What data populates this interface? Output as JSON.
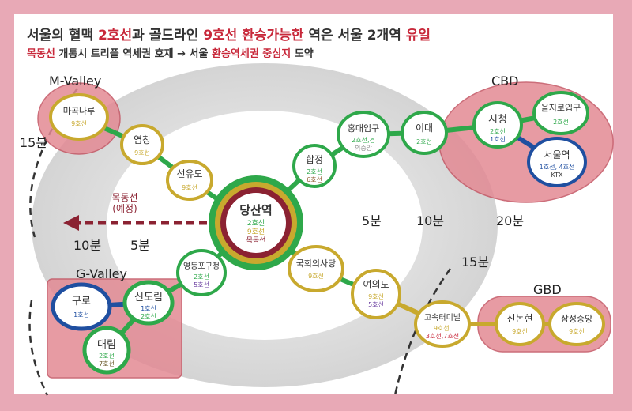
{
  "headline": {
    "p1": "서울의 혈맥 ",
    "h1": "2호선",
    "p2": "과 골드라인 ",
    "h2": "9호선 환승가능한",
    "p3": " 역은 서울 2개역 ",
    "h3": "유일"
  },
  "subline": {
    "h1": "목동선",
    "p1": " 개통시 트리플 역세권 호재 ",
    "arrow": "→",
    "p2": " 서울 ",
    "h2": "환승역세권 중심지",
    "p3": " 도약"
  },
  "zones": {
    "m_valley": "M-Valley",
    "g_valley": "G-Valley",
    "cbd": "CBD",
    "gbd": "GBD"
  },
  "rings": {
    "r5_left": "5분",
    "r5_right": "5분",
    "r10_left": "10분",
    "r10_right": "10분",
    "r15_left": "15분",
    "r15_right": "15분",
    "r20": "20분"
  },
  "planned": {
    "line1": "목동선",
    "line2": "(예정)"
  },
  "stations": {
    "mapo": {
      "name": "마곡나루",
      "lines": [
        "9호선"
      ]
    },
    "yeomchang": {
      "name": "염창",
      "lines": [
        "9호선"
      ]
    },
    "seonyudo": {
      "name": "선유도",
      "lines": [
        "9호선"
      ]
    },
    "dangsan": {
      "name": "당산역",
      "lines": [
        "2호선",
        "9호선",
        "목동선"
      ]
    },
    "hapjeong": {
      "name": "합정",
      "lines": [
        "2호선",
        "6호선"
      ]
    },
    "hongdae": {
      "name": "홍대입구",
      "lines": [
        "2호선,경",
        "의중앙"
      ]
    },
    "idae": {
      "name": "이대",
      "lines": [
        "2호선"
      ]
    },
    "sicheong": {
      "name": "시청",
      "lines": [
        "2호선",
        "1호선"
      ]
    },
    "euljiro": {
      "name": "을지로입구",
      "lines": [
        "2호선"
      ]
    },
    "seoul": {
      "name": "서울역",
      "lines": [
        "1호선, 4호선",
        "KTX"
      ]
    },
    "gukhoe": {
      "name": "국회의사당",
      "lines": [
        "9호선"
      ]
    },
    "yeouido": {
      "name": "여의도",
      "lines": [
        "9호선",
        "5호선"
      ]
    },
    "yeongdeungpo": {
      "name": "영등포구청",
      "lines": [
        "2호선",
        "5호선"
      ]
    },
    "sindorim": {
      "name": "신도림",
      "lines": [
        "1호선",
        "2호선"
      ]
    },
    "guro": {
      "name": "구로",
      "lines": [
        "1호선"
      ]
    },
    "daerim": {
      "name": "대림",
      "lines": [
        "2호선",
        "7호선"
      ]
    },
    "express": {
      "name": "고속터미널",
      "lines": [
        "9호선,",
        "3호선,7호선"
      ]
    },
    "sinnonhyeon": {
      "name": "신논현",
      "lines": [
        "9호선"
      ]
    },
    "samseong": {
      "name": "삼성중앙",
      "lines": [
        "9호선"
      ]
    }
  },
  "colors": {
    "line2": "#2ea84a",
    "line9": "#c8a92e",
    "line1": "#1f4fa0",
    "mokdong": "#8b2232",
    "accent": "#c8283a",
    "zone": "#e38a94"
  }
}
